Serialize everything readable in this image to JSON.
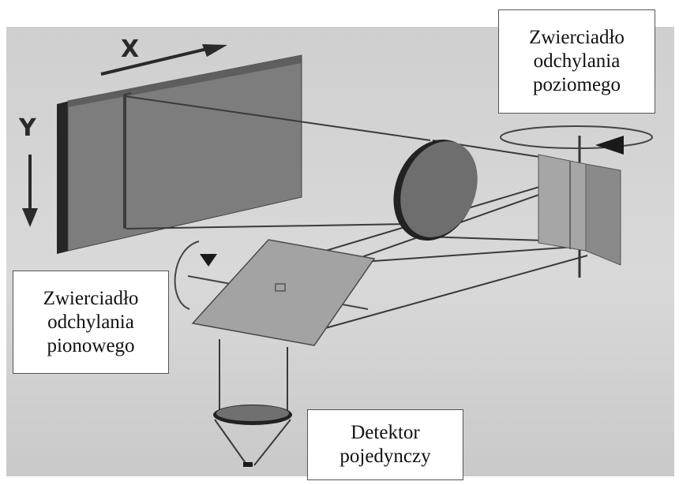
{
  "axes": {
    "x_label": "X",
    "y_label": "Y"
  },
  "labels": {
    "horizontal_mirror": "Zwierciadło\nodchylania\npoziomego",
    "vertical_mirror": "Zwierciadło\nodchylania\npionowego",
    "detector": "Detektor\npojedynczy"
  },
  "colors": {
    "photo_background": "#d2d2d2",
    "screen_face": "#7d7d7d",
    "screen_edge": "#262626",
    "lens": "#6e6e6e",
    "mirror_plate": "#a6a6a6",
    "beam_lines": "#3a3a3a"
  }
}
